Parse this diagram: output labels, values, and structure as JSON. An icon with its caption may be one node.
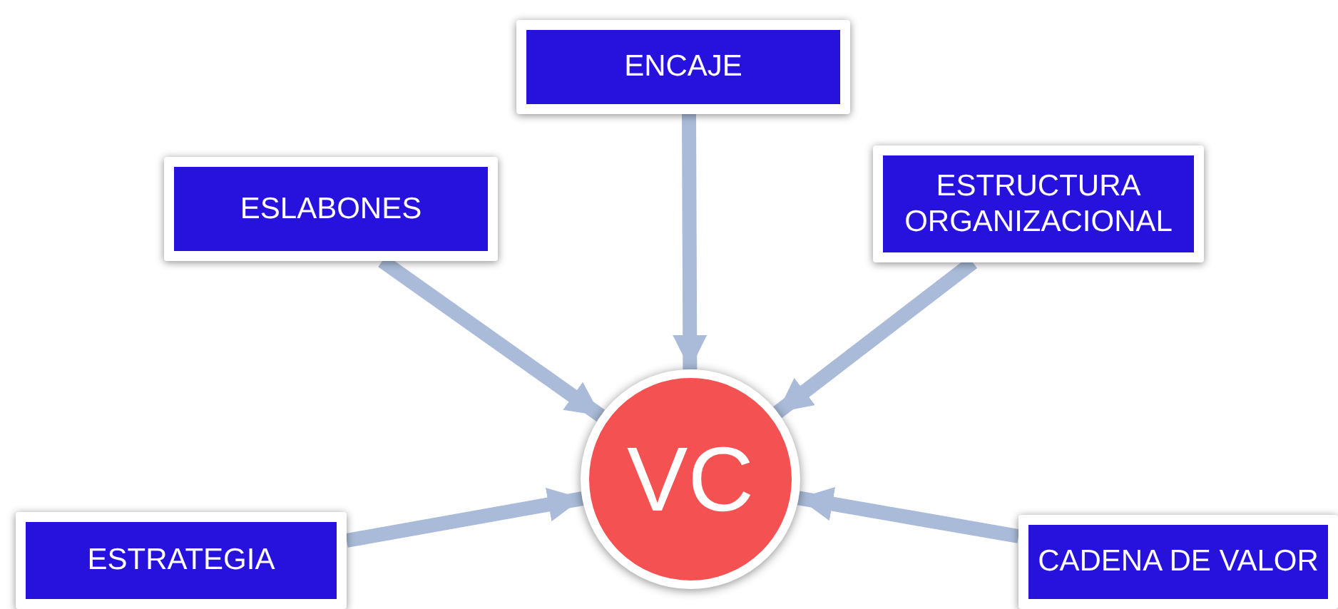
{
  "diagram": {
    "nodes": [
      {
        "text": [
          "ENCAJE"
        ]
      },
      {
        "text": [
          "ESLABONES"
        ]
      },
      {
        "text": [
          "ESTRUCTURA ORGANIZACIONAL"
        ]
      },
      {
        "text": [
          "VC"
        ]
      },
      {
        "text": [
          "ESTRATEGIA"
        ]
      },
      {
        "text": [
          "CADENA DE VALOR"
        ]
      }
    ],
    "edges": [
      {
        "from": 0,
        "to": 3,
        "arrow": "to"
      },
      {
        "from": 1,
        "to": 3,
        "arrow": "to"
      },
      {
        "from": 2,
        "to": 3,
        "arrow": "to"
      },
      {
        "from": 4,
        "to": 3,
        "arrow": "to"
      },
      {
        "from": 5,
        "to": 3,
        "arrow": "to"
      }
    ]
  }
}
